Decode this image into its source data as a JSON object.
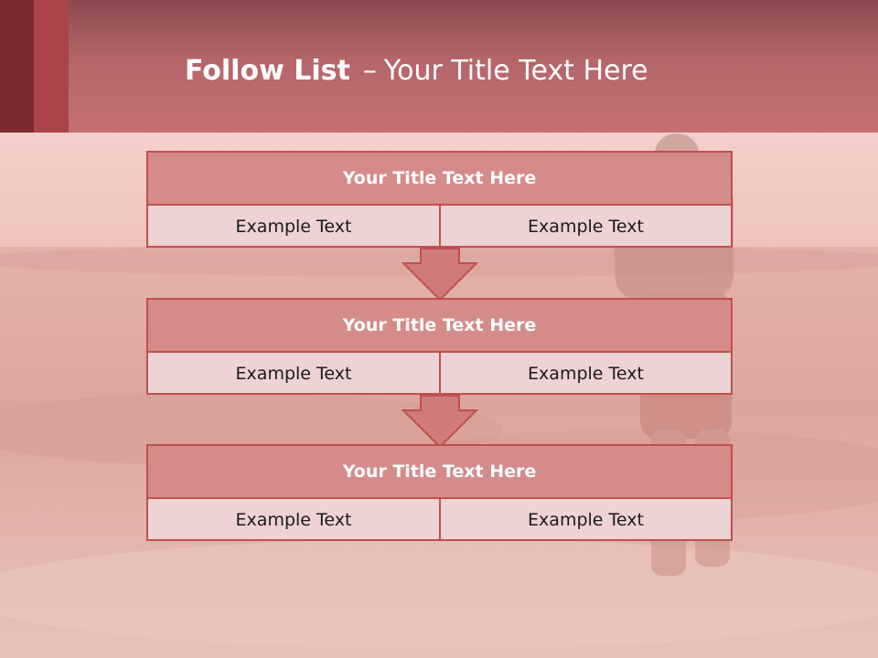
{
  "header": {
    "title_bold": "Follow List",
    "title_separator": "–",
    "title_rest": "Your Title Text Here"
  },
  "steps": [
    {
      "title": "Your Title Text Here",
      "left": "Example Text",
      "right": "Example Text"
    },
    {
      "title": "Your Title Text Here",
      "left": "Example Text",
      "right": "Example Text"
    },
    {
      "title": "Your Title Text Here",
      "left": "Example Text",
      "right": "Example Text"
    }
  ],
  "colors": {
    "accent": "#c0504d",
    "header_fill": "#d68b8b",
    "cell_fill": "#edd3d3",
    "arrow_fill": "#d07a7a"
  }
}
